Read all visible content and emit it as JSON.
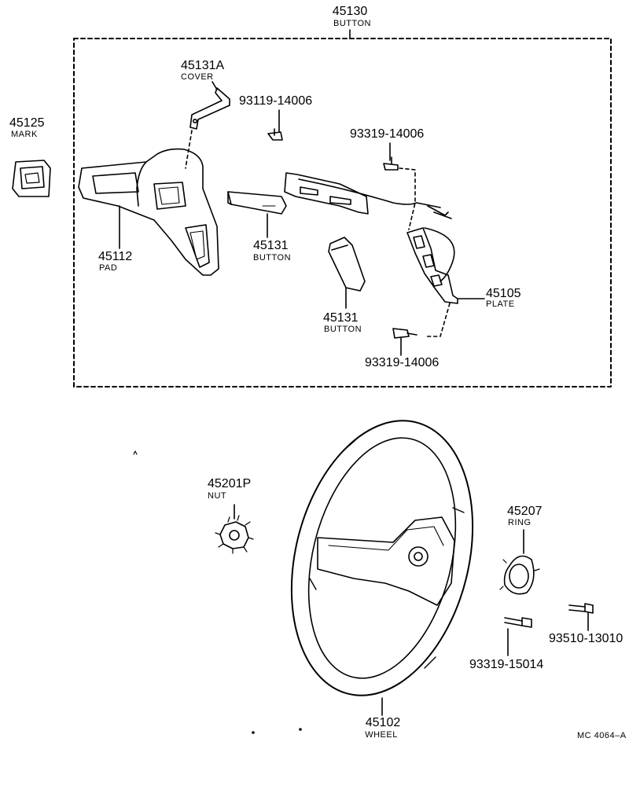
{
  "labels": {
    "button_group": {
      "num": "45130",
      "name": "BUTTON"
    },
    "mark": {
      "num": "45125",
      "name": "MARK"
    },
    "cover": {
      "num": "45131A",
      "name": "COVER"
    },
    "screw_top": {
      "num": "93119-14006"
    },
    "screw_mid": {
      "num": "93319-14006"
    },
    "pad": {
      "num": "45112",
      "name": "PAD"
    },
    "button_a": {
      "num": "45131",
      "name": "BUTTON"
    },
    "button_b": {
      "num": "45131",
      "name": "BUTTON"
    },
    "plate": {
      "num": "45105",
      "name": "PLATE"
    },
    "screw_low": {
      "num": "93319-14006"
    },
    "nut": {
      "num": "45201P",
      "name": "NUT"
    },
    "ring": {
      "num": "45207",
      "name": "RING"
    },
    "bolt_ring": {
      "num": "93319-15014"
    },
    "bolt_right": {
      "num": "93510-13010"
    },
    "wheel": {
      "num": "45102",
      "name": "WHEEL"
    },
    "doc_code": "MC 4064–A"
  }
}
